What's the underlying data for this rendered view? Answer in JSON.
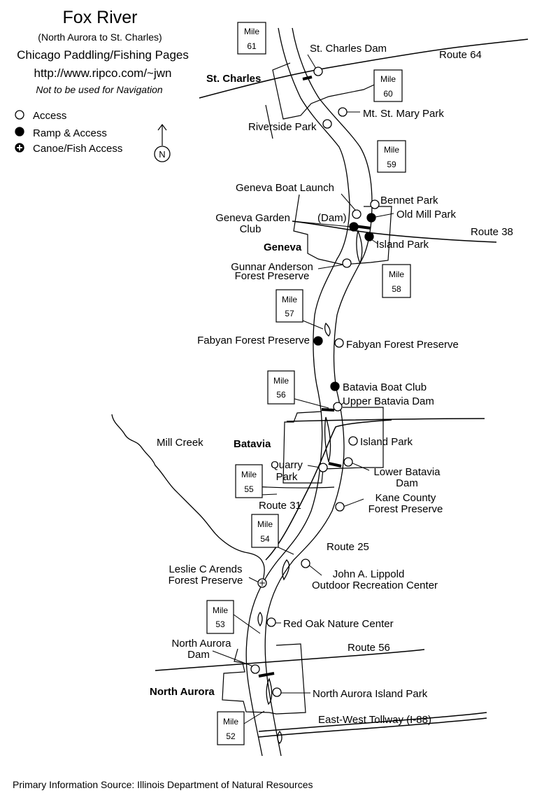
{
  "title": {
    "main": "Fox River",
    "sub": "(North Aurora to St. Charles)",
    "site": "Chicago Paddling/Fishing Pages",
    "url": "http://www.ripco.com/~jwn",
    "warning": "Not to be used for Navigation"
  },
  "legend": {
    "items": [
      {
        "symbol": "open-circle",
        "label": "Access"
      },
      {
        "symbol": "filled-circle",
        "label": "Ramp & Access"
      },
      {
        "symbol": "plus-circle",
        "label": "Canoe/Fish Access"
      }
    ],
    "north": "N"
  },
  "towns": {
    "st_charles": "St. Charles",
    "geneva": "Geneva",
    "batavia": "Batavia",
    "north_aurora": "North Aurora"
  },
  "roads": {
    "route64": "Route 64",
    "route38": "Route 38",
    "route31": "Route 31",
    "route25": "Route 25",
    "route56": "Route 56",
    "tollway": "East-West Tollway (I-88)"
  },
  "waterways": {
    "mill_creek": "Mill Creek"
  },
  "mile_markers": {
    "prefix": "Mile",
    "m61": "61",
    "m60": "60",
    "m59": "59",
    "m58": "58",
    "m57": "57",
    "m56": "56",
    "m55": "55",
    "m54": "54",
    "m53": "53",
    "m52": "52"
  },
  "sites": {
    "st_charles_dam": "St. Charles Dam",
    "mt_st_mary_park": "Mt. St. Mary Park",
    "riverside_park": "Riverside Park",
    "geneva_boat_launch": "Geneva Boat Launch",
    "bennet_park": "Bennet Park",
    "dam": "(Dam)",
    "old_mill_park": "Old Mill Park",
    "geneva_garden_club_1": "Geneva Garden",
    "geneva_garden_club_2": "Club",
    "island_park_geneva": "Island Park",
    "gunnar_anderson_1": "Gunnar Anderson",
    "gunnar_anderson_2": "Forest Preserve",
    "fabyan_west": "Fabyan Forest Preserve",
    "fabyan_east": "Fabyan Forest Preserve",
    "batavia_boat_club": "Batavia Boat Club",
    "upper_batavia_dam": "Upper Batavia Dam",
    "island_park_batavia": "Island Park",
    "quarry_park_1": "Quarry",
    "quarry_park_2": "Park",
    "lower_batavia_dam_1": "Lower Batavia",
    "lower_batavia_dam_2": "Dam",
    "kane_county_1": "Kane County",
    "kane_county_2": "Forest Preserve",
    "lippold_1": "John A. Lippold",
    "lippold_2": "Outdoor Recreation Center",
    "leslie_arends_1": "Leslie C Arends",
    "leslie_arends_2": "Forest Preserve",
    "red_oak": "Red Oak Nature Center",
    "north_aurora_dam_1": "North Aurora",
    "north_aurora_dam_2": "Dam",
    "north_aurora_island_park": "North Aurora Island Park"
  },
  "source": "Primary Information Source: Illinois Department of Natural Resources"
}
